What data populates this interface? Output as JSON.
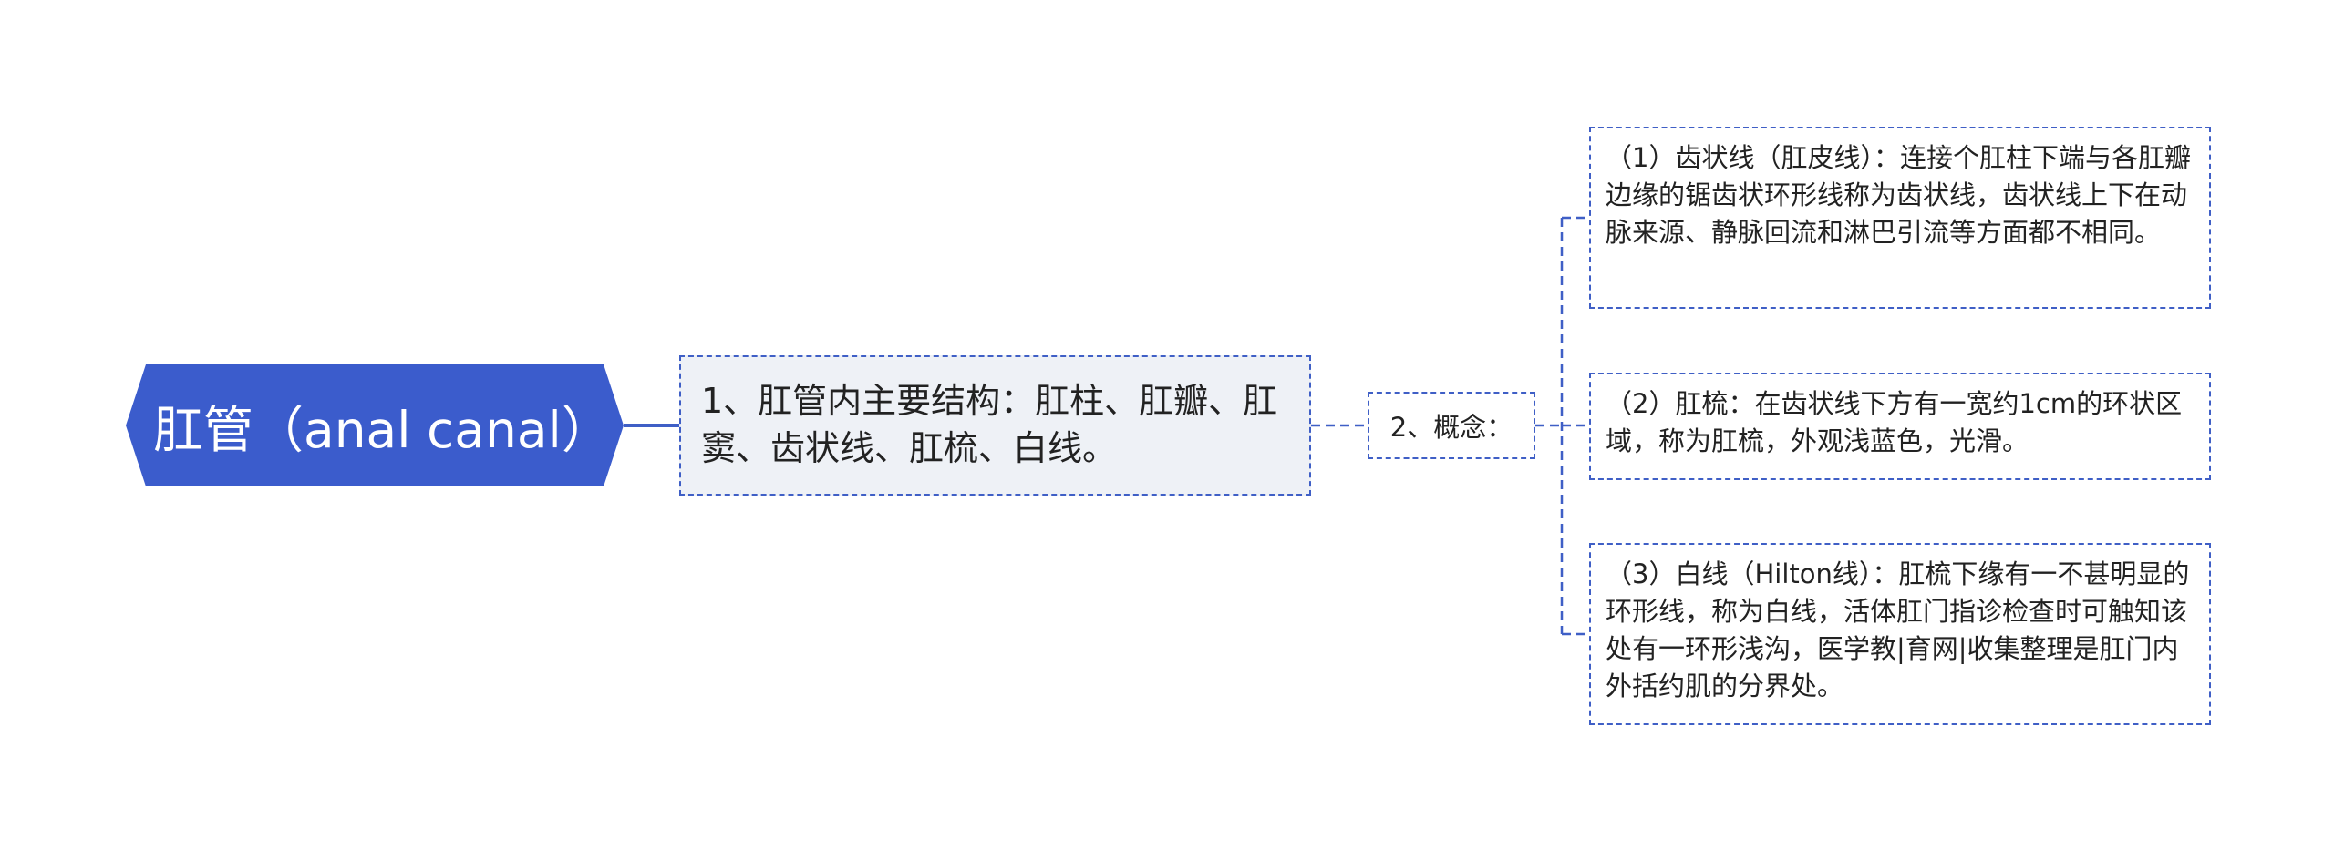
{
  "colors": {
    "root_fill": "#3b5ccc",
    "line": "#3f5fc6",
    "node_fill": "#eef1f6"
  },
  "root": {
    "label": "肛管（anal canal）"
  },
  "branch": {
    "label": "1、肛管内主要结构：肛柱、肛瓣、肛窦、齿状线、肛梳、白线。"
  },
  "sub": {
    "label": "2、概念："
  },
  "leaves": [
    {
      "label": "（1）齿状线（肛皮线）：连接个肛柱下端与各肛瓣边缘的锯齿状环形线称为齿状线，齿状线上下在动脉来源、静脉回流和淋巴引流等方面都不相同。"
    },
    {
      "label": "（2）肛梳：在齿状线下方有一宽约1cm的环状区域，称为肛梳，外观浅蓝色，光滑。"
    },
    {
      "label": "（3）白线（Hilton线）：肛梳下缘有一不甚明显的环形线，称为白线，活体肛门指诊检查时可触知该处有一环形浅沟，医学教|育网|收集整理是肛门内外括约肌的分界处。"
    }
  ]
}
